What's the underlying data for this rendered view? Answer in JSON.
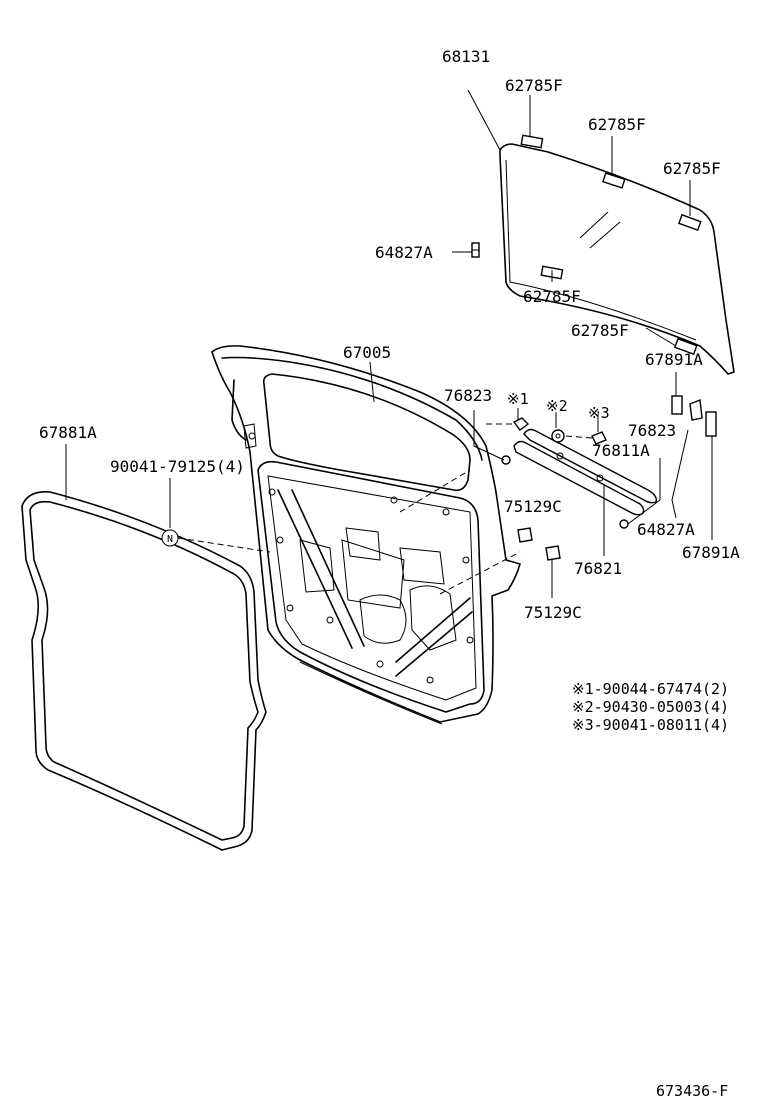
{
  "labels": {
    "p68131": "68131",
    "p62785F_1": "62785F",
    "p62785F_2": "62785F",
    "p62785F_3": "62785F",
    "p64827A_1": "64827A",
    "p62785F_4": "62785F",
    "p62785F_5": "62785F",
    "p67005": "67005",
    "p67891A_1": "67891A",
    "p76823_1": "76823",
    "ref1_mark": "※1",
    "ref2_mark": "※2",
    "ref3_mark": "※3",
    "p76823_2": "76823",
    "p67881A": "67881A",
    "p76811A": "76811A",
    "p90041_79125": "90041-79125(4)",
    "p75129C_1": "75129C",
    "p64827A_2": "64827A",
    "p67891A_2": "67891A",
    "p76821": "76821",
    "p75129C_2": "75129C",
    "circle_n": "N"
  },
  "footnotes": [
    "※1-90044-67474(2)",
    "※2-90430-05003(4)",
    "※3-90041-08011(4)"
  ],
  "diagram_id": "673436-F"
}
